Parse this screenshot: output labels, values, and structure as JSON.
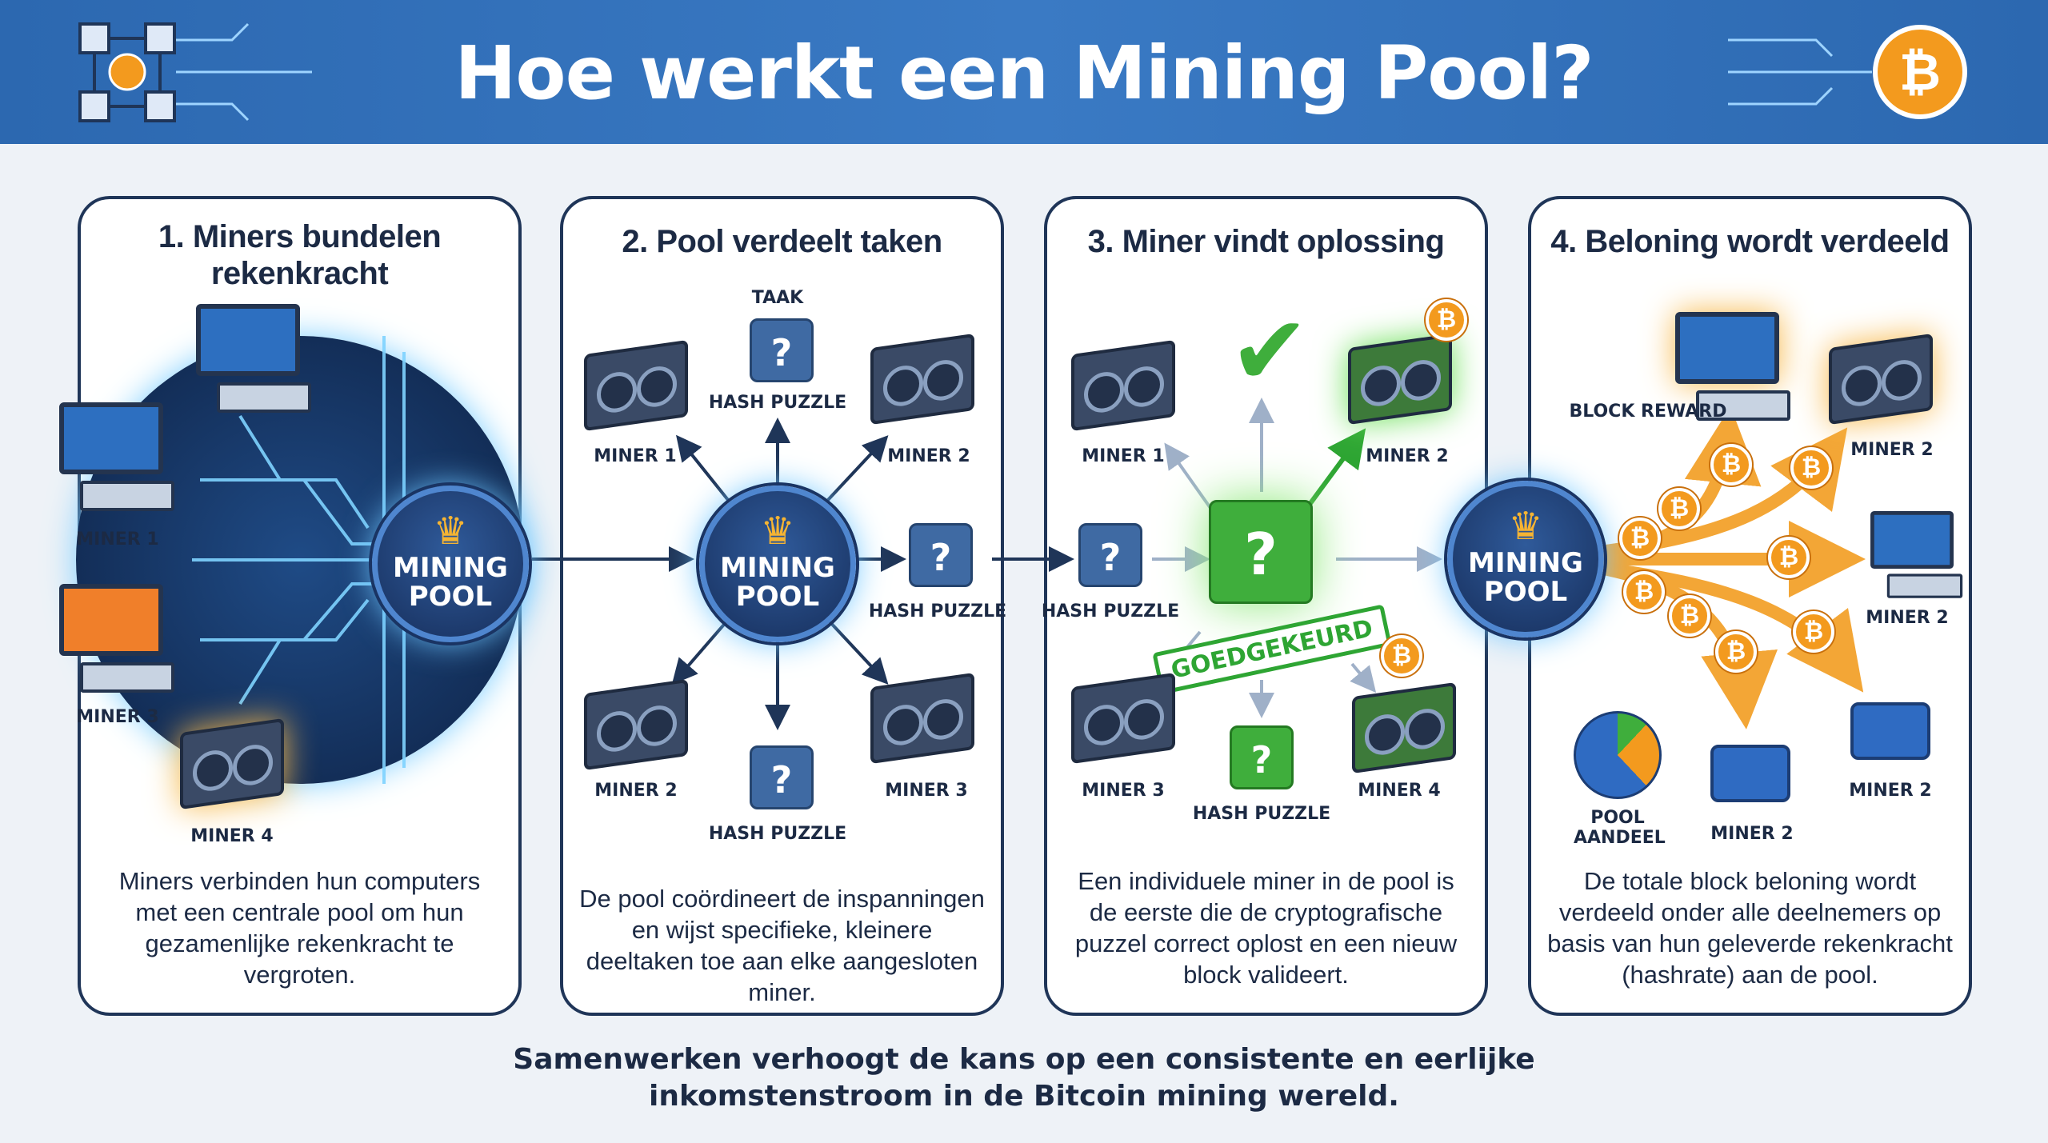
{
  "header": {
    "title": "Hoe werkt een Mining Pool?",
    "left_icon": "blockchain-network-icon",
    "right_icon": "bitcoin-coin-icon"
  },
  "pool_label": {
    "line1": "MINING",
    "line2": "POOL"
  },
  "coin_symbol": "₿",
  "colors": {
    "header": "#2f6db3",
    "border": "#1f3558",
    "pool": "#1f3f73",
    "green": "#3fae3c",
    "orange": "#f39a1e"
  },
  "panels": [
    {
      "title": "1. Miners bundelen rekenkracht",
      "labels": [
        "MINER 1",
        "MINER 3",
        "MINER 4"
      ],
      "description": "Miners verbinden hun computers met een centrale pool om hun gezamenlijke rekenkracht te vergroten."
    },
    {
      "title": "2. Pool verdeelt taken",
      "taak": "TAAK",
      "labels": [
        "MINER 1",
        "MINER 2",
        "MINER 2",
        "MINER 3"
      ],
      "puzzles": [
        "HASH PUZZLE",
        "HASH PUZZLE",
        "HASH PUZZLE"
      ],
      "description": "De pool coördineert de inspanningen en wijst specifieke, kleinere deeltaken toe aan elke aangesloten miner."
    },
    {
      "title": "3. Miner vindt oplossing",
      "labels": [
        "MINER 1",
        "MINER 2",
        "MINER 3",
        "MINER 4"
      ],
      "puzzles": [
        "HASH PUZZLE",
        "HASH PUZZLE"
      ],
      "stamp": "GOEDGEKEURD",
      "description": "Een individuele miner in de pool is de eerste die de cryptografische puzzel correct oplost en een nieuw block valideert."
    },
    {
      "title": "4. Beloning wordt verdeeld",
      "block_reward": "BLOCK REWARD",
      "pool_share": "POOL AANDEEL",
      "labels": [
        "MINER 2",
        "MINER 2",
        "MINER 2",
        "MINER 2"
      ],
      "description": "De totale block beloning wordt verdeeld onder alle deelnemers op basis van hun geleverde rekenkracht (hashrate) aan de pool."
    }
  ],
  "footer": {
    "line1": "Samenwerken verhoogt de kans op een consistente en eerlijke",
    "line2": "inkomstenstroom in de Bitcoin mining wereld."
  }
}
